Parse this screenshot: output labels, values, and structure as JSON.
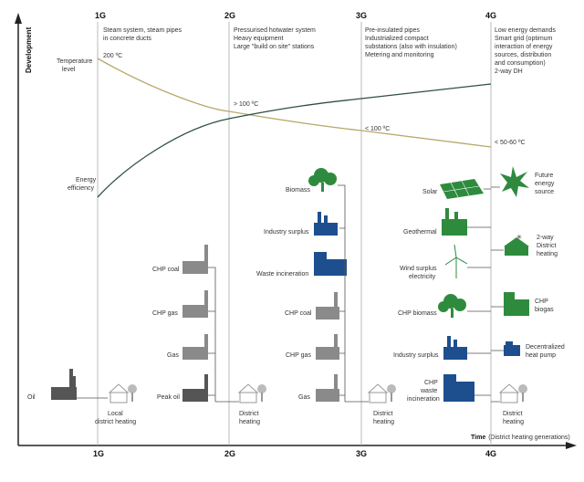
{
  "axes": {
    "y_title": "Development",
    "x_title_bold": "Time",
    "x_title_rest": "(District heating generations)"
  },
  "generations": {
    "top_labels": [
      "1G",
      "2G",
      "3G",
      "4G"
    ],
    "bottom_labels": [
      "1G",
      "2G",
      "3G",
      "4G"
    ]
  },
  "descriptions": {
    "g1": [
      "Steam system, steam pipes",
      "in concrete ducts"
    ],
    "g2": [
      "Pressurised hotwater system",
      "Heavy equipment",
      "Large \"build on site\" stations"
    ],
    "g3": [
      "Pre-insulated pipes",
      "Industrialized compact",
      "substations (also with insulation)",
      "Metering and monitoring"
    ],
    "g4": [
      "Low energy demands",
      "Smart grid (optimum",
      "interaction of energy",
      "sources, distribution",
      "and consumption)",
      "2-way DH"
    ]
  },
  "curves": {
    "temperature_label": [
      "Temperature",
      "level"
    ],
    "efficiency_label": [
      "Energy",
      "efficiency"
    ],
    "temp_values": [
      "200 ºC",
      "> 100 ºC",
      "< 100 ºC",
      "< 50-60 ºC"
    ],
    "temp_color": "#b9a86a",
    "efficiency_color": "#2f4f44"
  },
  "gen1": {
    "source": "Oil",
    "output": [
      "Local",
      "district heating"
    ]
  },
  "gen2": {
    "sources": [
      "CHP coal",
      "CHP gas",
      "Gas",
      "Peak oil"
    ],
    "output": [
      "District",
      "heating"
    ]
  },
  "gen3": {
    "sources": [
      "Biomass",
      "Industry surplus",
      "Waste incineration",
      "CHP coal",
      "CHP gas",
      "Gas"
    ],
    "output": [
      "District",
      "heating"
    ]
  },
  "gen4": {
    "sources_left": [
      "Solar",
      "Geothermal",
      "Wind surplus",
      "electricity",
      "CHP biomass",
      "Industry surplus",
      "CHP",
      "waste",
      "incineration"
    ],
    "sources_right": [
      "Future",
      "energy",
      "source",
      "2-way",
      "District",
      "heating",
      "CHP",
      "biogas",
      "Decentralized",
      "heat pump"
    ],
    "output": [
      "District",
      "heating"
    ]
  },
  "colors": {
    "gen1": "#555555",
    "gen2": "#8a8a8a",
    "gen3_green": "#2e8b3e",
    "gen3_blue": "#1d4f8f",
    "gen4_green": "#2e8b3e",
    "gen4_blue": "#1d4f8f",
    "building": "#999999",
    "line": "#555555"
  }
}
